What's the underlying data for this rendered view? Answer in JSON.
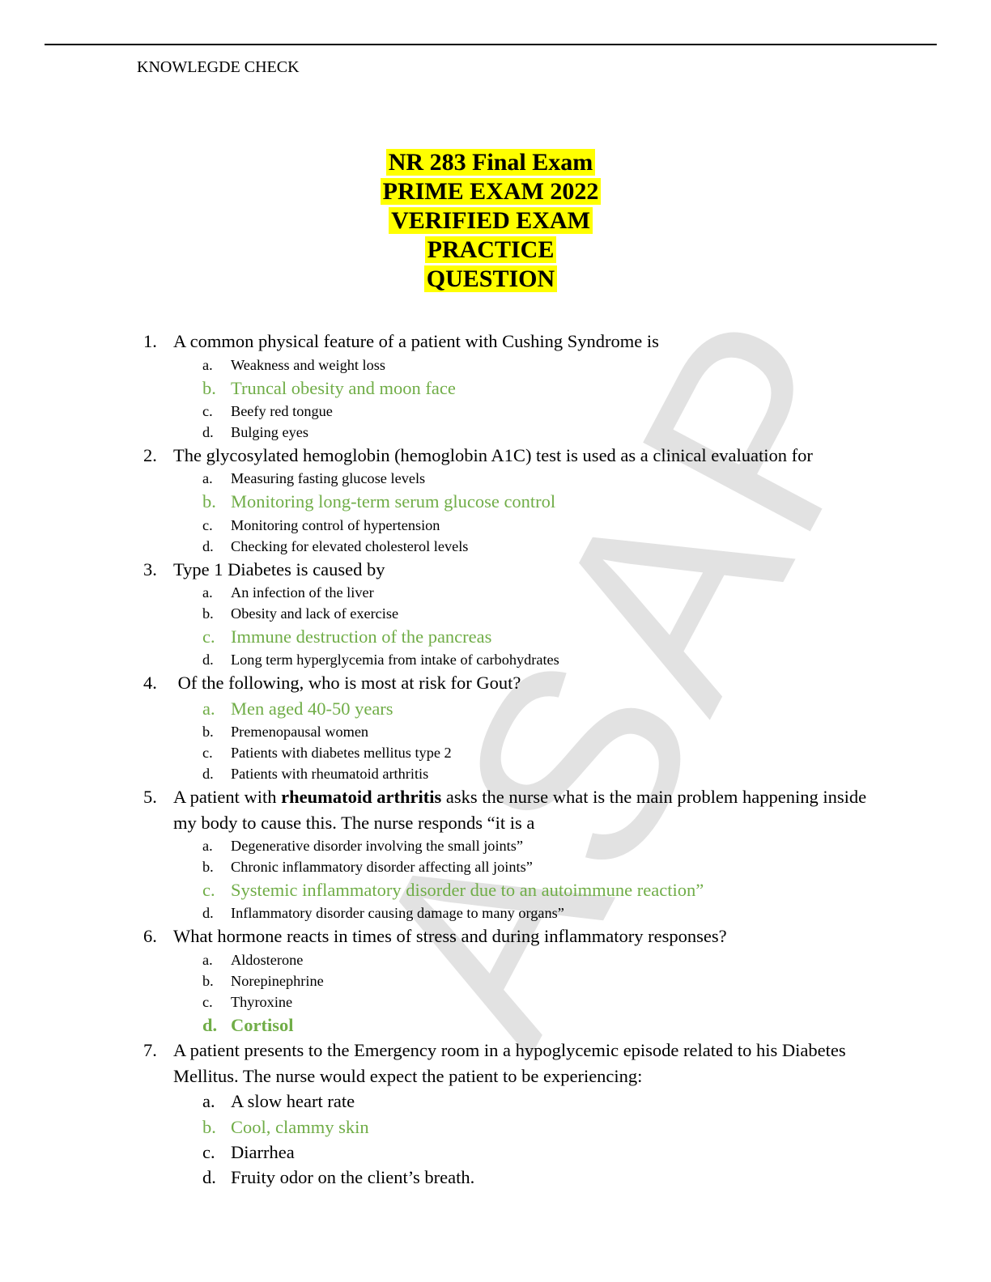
{
  "header": "KNOWLEGDE CHECK",
  "title_lines": [
    "NR 283 Final Exam",
    "PRIME EXAM 2022",
    "VERIFIED EXAM",
    "PRACTICE",
    "QUESTION"
  ],
  "watermark": "ASAP",
  "colors": {
    "highlight": "#ffff00",
    "correct": "#70ad47",
    "watermark": "#e2e2e2"
  },
  "questions": [
    {
      "number": "1.",
      "text": "A common physical feature of a patient with Cushing Syndrome is",
      "options": [
        {
          "letter": "a.",
          "text": "Weakness and weight loss"
        },
        {
          "letter": "b.",
          "text": "Truncal obesity and moon face"
        },
        {
          "letter": "c.",
          "text": "Beefy red tongue"
        },
        {
          "letter": "d.",
          "text": "Bulging eyes"
        }
      ]
    },
    {
      "number": "2.",
      "text": "The glycosylated hemoglobin (hemoglobin A1C) test is used as a clinical evaluation for",
      "options": [
        {
          "letter": "a.",
          "text": "Measuring fasting glucose levels"
        },
        {
          "letter": "b.",
          "text": "Monitoring long-term serum glucose control"
        },
        {
          "letter": "c.",
          "text": "Monitoring control of hypertension"
        },
        {
          "letter": "d.",
          "text": "Checking for elevated cholesterol levels"
        }
      ]
    },
    {
      "number": "3.",
      "text": "Type 1 Diabetes is caused by",
      "options": [
        {
          "letter": "a.",
          "text": "An infection of the liver"
        },
        {
          "letter": "b.",
          "text": "Obesity and lack of exercise"
        },
        {
          "letter": "c.",
          "text": "Immune destruction of the pancreas"
        },
        {
          "letter": "d.",
          "text": "Long term hyperglycemia from intake of carbohydrates"
        }
      ]
    },
    {
      "number": "4.",
      "text": " Of the following, who is most at risk for Gout?",
      "options": [
        {
          "letter": "a.",
          "text": "Men aged 40-50 years"
        },
        {
          "letter": "b.",
          "text": "Premenopausal women"
        },
        {
          "letter": "c.",
          "text": "Patients with diabetes mellitus type 2"
        },
        {
          "letter": "d.",
          "text": "Patients with rheumatoid arthritis"
        }
      ]
    },
    {
      "number": "5.",
      "text_before": "A patient with ",
      "text_bold": "rheumatoid arthritis",
      "text_after": " asks the nurse what is the main problem happening inside my body to cause this. The nurse responds “it is a",
      "options": [
        {
          "letter": "a.",
          "text": "Degenerative disorder involving the small joints”"
        },
        {
          "letter": "b.",
          "text": "Chronic inflammatory disorder affecting all joints”"
        },
        {
          "letter": "c.",
          "text": "Systemic inflammatory disorder due to an autoimmune reaction”"
        },
        {
          "letter": "d.",
          "text": "Inflammatory disorder causing damage to many organs”"
        }
      ]
    },
    {
      "number": "6.",
      "text": "What hormone reacts in times of stress and during inflammatory responses?",
      "options": [
        {
          "letter": "a.",
          "text": "Aldosterone"
        },
        {
          "letter": "b.",
          "text": "Norepinephrine"
        },
        {
          "letter": "c.",
          "text": "Thyroxine"
        },
        {
          "letter": "d.",
          "text": "Cortisol"
        }
      ]
    },
    {
      "number": "7.",
      "text": "A patient presents to the Emergency room in a hypoglycemic episode related to his Diabetes Mellitus. The nurse would expect the patient to be experiencing:",
      "options": [
        {
          "letter": "a.",
          "text": "A slow heart rate"
        },
        {
          "letter": "b.",
          "text": "Cool, clammy skin"
        },
        {
          "letter": "c.",
          "text": "Diarrhea"
        },
        {
          "letter": "d.",
          "text": "Fruity odor on the client’s breath."
        }
      ]
    }
  ]
}
